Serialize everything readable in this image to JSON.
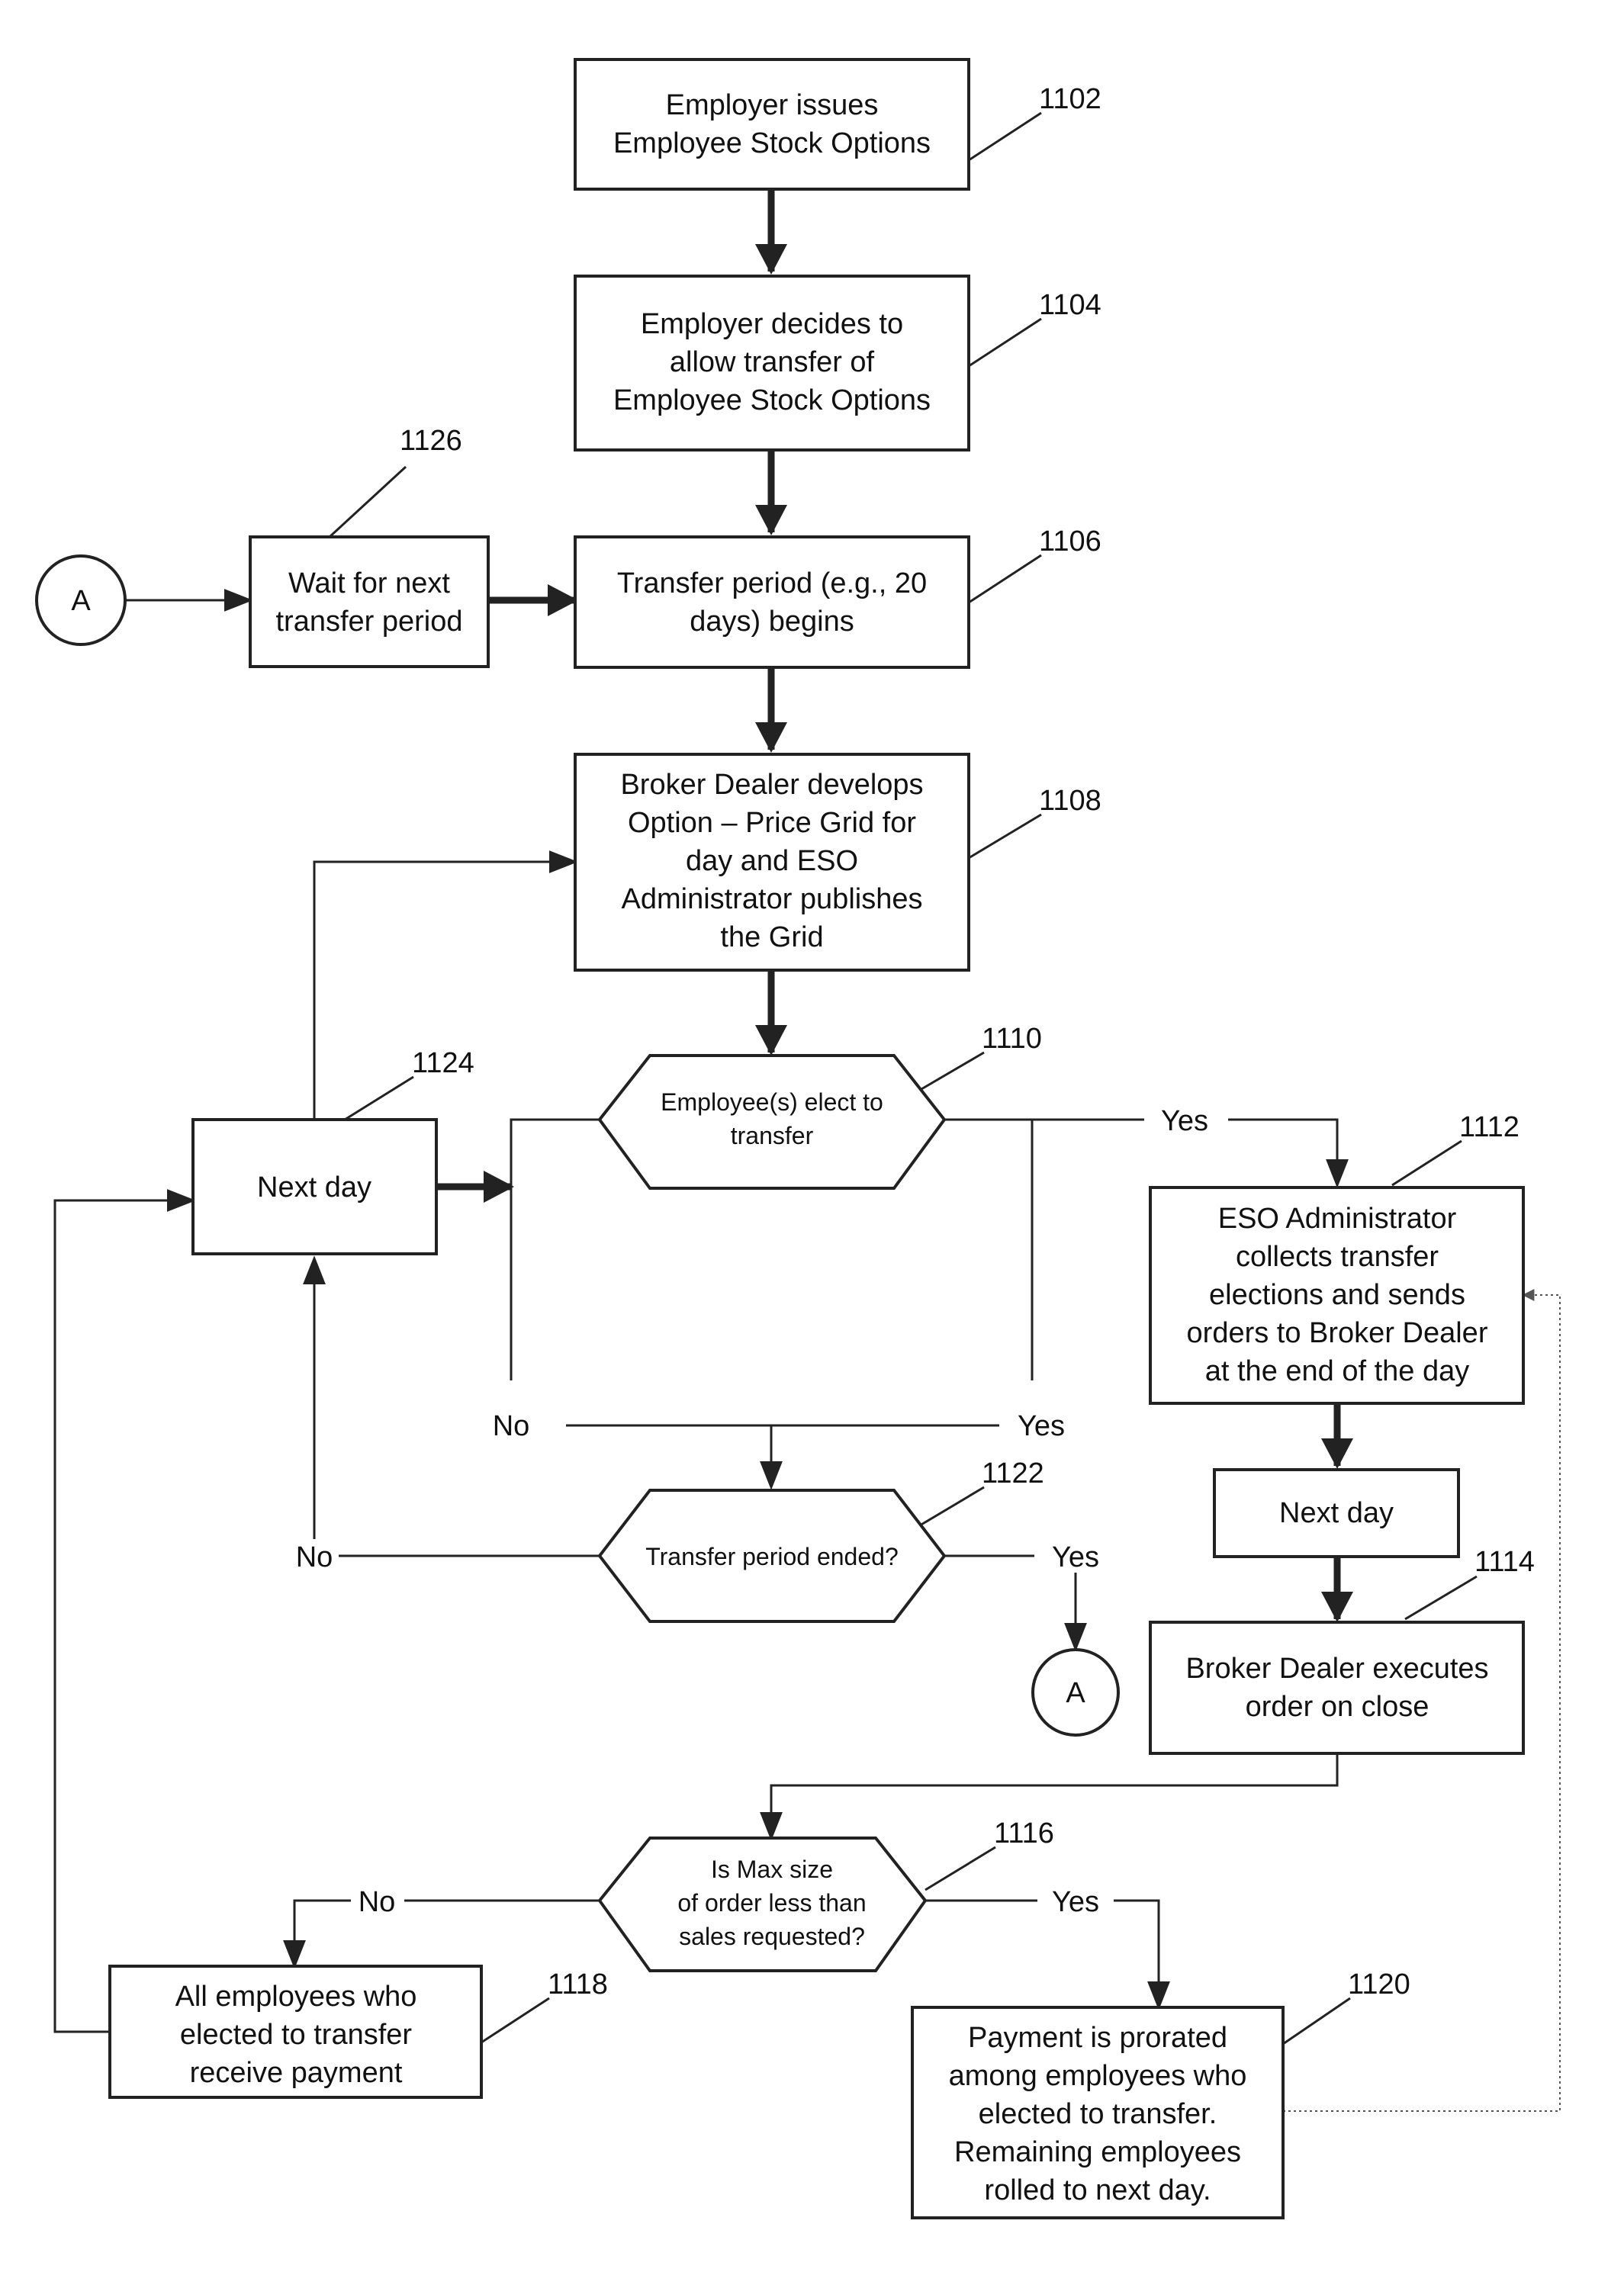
{
  "nodes": {
    "n1102": {
      "ref": "1102",
      "lines": [
        "Employer issues",
        "Employee Stock Options"
      ]
    },
    "n1104": {
      "ref": "1104",
      "lines": [
        "Employer decides to",
        "allow transfer of",
        "Employee Stock Options"
      ]
    },
    "n1126": {
      "ref": "1126",
      "lines": [
        "Wait for next",
        "transfer period"
      ]
    },
    "n1106": {
      "ref": "1106",
      "lines": [
        "Transfer period (e.g., 20",
        "days) begins"
      ]
    },
    "n1108": {
      "ref": "1108",
      "lines": [
        "Broker Dealer develops",
        "Option – Price Grid for",
        "day and ESO",
        "Administrator publishes",
        "the Grid"
      ]
    },
    "n1110": {
      "ref": "1110",
      "lines": [
        "Employee(s) elect to",
        "transfer"
      ]
    },
    "n1124": {
      "ref": "1124",
      "lines": [
        "Next day"
      ]
    },
    "n1112": {
      "ref": "1112",
      "lines": [
        "ESO Administrator",
        "collects transfer",
        "elections and sends",
        "orders to Broker Dealer",
        "at the end of the day"
      ]
    },
    "nextday2": {
      "lines": [
        "Next day"
      ]
    },
    "n1122": {
      "ref": "1122",
      "lines": [
        "Transfer period ended?"
      ]
    },
    "n1114": {
      "ref": "1114",
      "lines": [
        "Broker Dealer executes",
        "order on close"
      ]
    },
    "n1116": {
      "ref": "1116",
      "lines": [
        "Is Max size",
        "of order less than",
        "sales requested?"
      ]
    },
    "n1118": {
      "ref": "1118",
      "lines": [
        "All employees who",
        "elected to transfer",
        "receive payment"
      ]
    },
    "n1120": {
      "ref": "1120",
      "lines": [
        "Payment is prorated",
        "among employees who",
        "elected to transfer.",
        "Remaining employees",
        "rolled to next day."
      ]
    }
  },
  "connectors": {
    "a_left": "A",
    "a_bottom": "A"
  },
  "labels": {
    "yes_1110": "Yes",
    "no_1110": "No",
    "yes_1110_b": "Yes",
    "no_1122": "No",
    "yes_1122": "Yes",
    "no_1116": "No",
    "yes_1116": "Yes"
  }
}
